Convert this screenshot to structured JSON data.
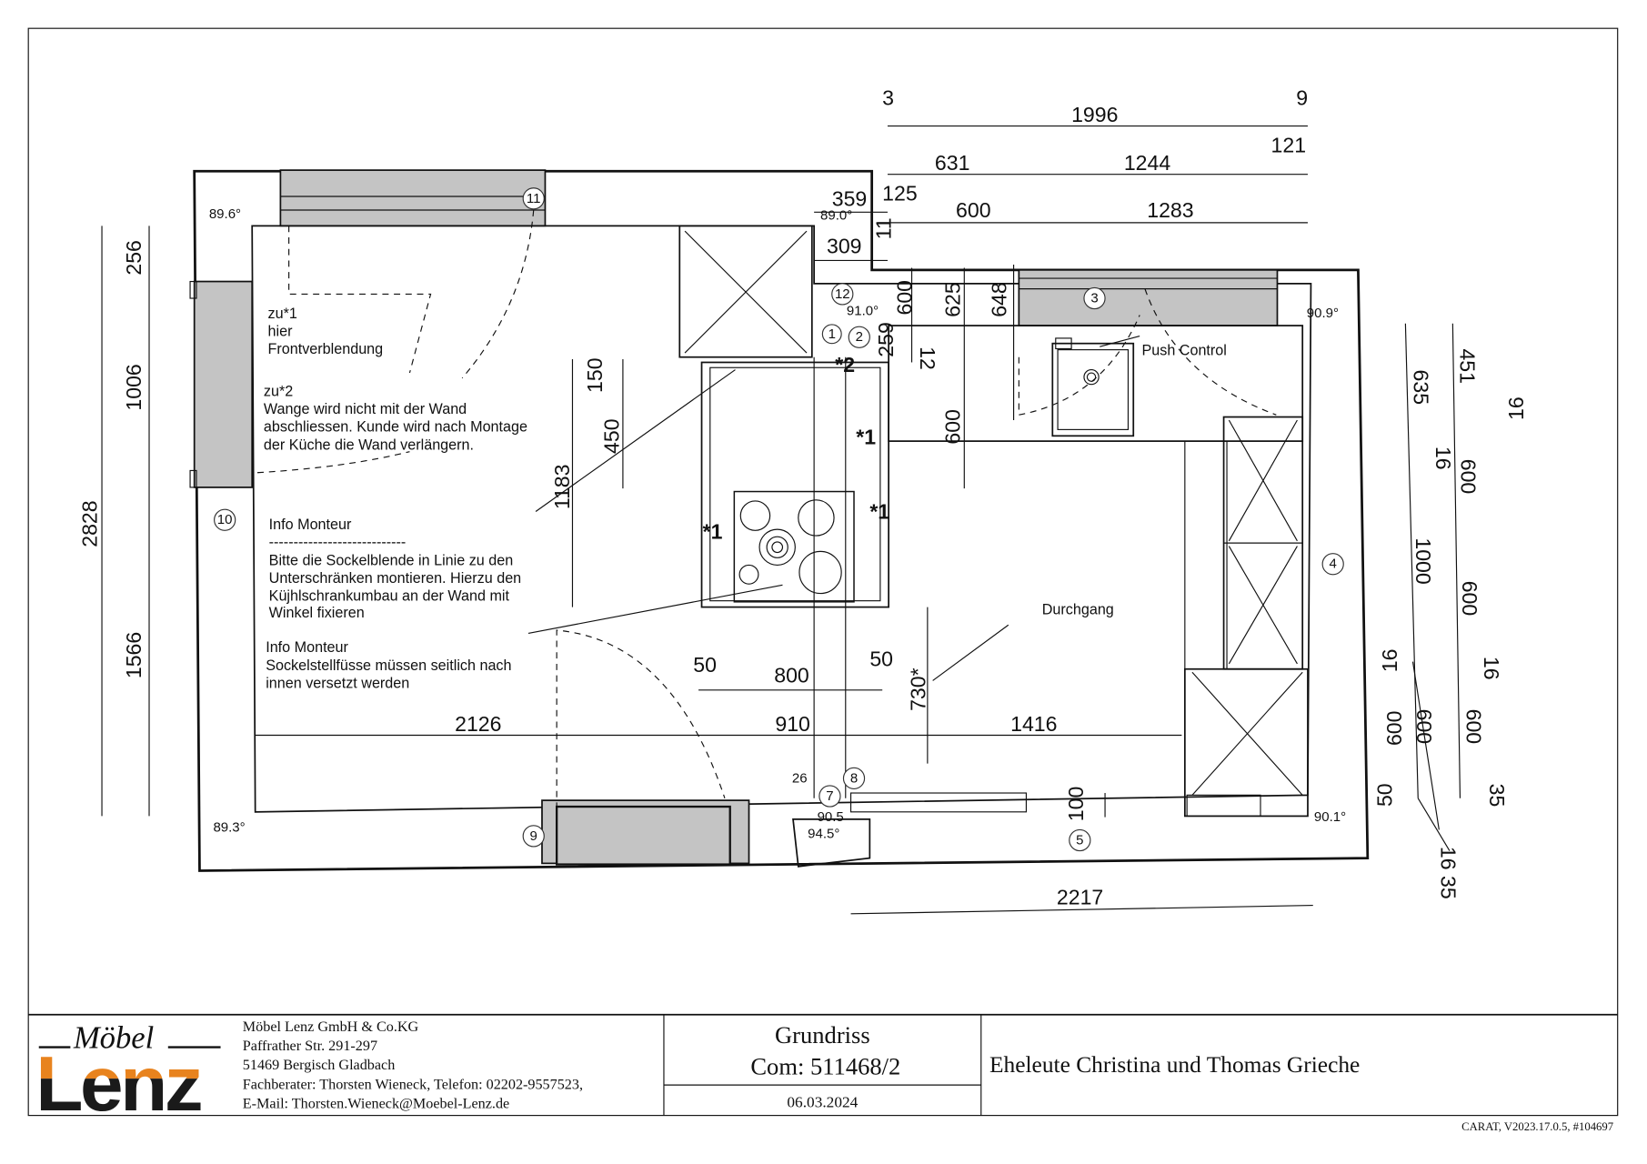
{
  "drawing": {
    "dims_top": {
      "d3": "3",
      "d1996": "1996",
      "d9": "9",
      "d631": "631",
      "d1244": "1244",
      "d121": "121",
      "d359": "359",
      "d125": "125",
      "d600": "600",
      "d1283": "1283",
      "d309": "309",
      "d11": "11",
      "d600b": "600",
      "d625": "625",
      "d648": "648",
      "d12": "12",
      "d259": "259",
      "d600c": "600"
    },
    "dims_left": {
      "d256": "256",
      "d1006": "1006",
      "d2828": "2828",
      "d1566": "1566",
      "d150": "150",
      "d450": "450",
      "d1183": "1183"
    },
    "dims_bottom": {
      "d50a": "50",
      "d800": "800",
      "d50b": "50",
      "d730": "730*",
      "d2126": "2126",
      "d910": "910",
      "d1416": "1416",
      "d100": "100",
      "d2217": "2217",
      "d26": "26",
      "d905": "90.5",
      "d945": "94.5°"
    },
    "dims_right": {
      "d635": "635",
      "d451": "451",
      "d16a": "16",
      "d16b": "16",
      "d600a": "600",
      "d1000": "1000",
      "d600b": "600",
      "d16c": "16",
      "d16d": "16",
      "d600c": "600",
      "d600d": "600",
      "d600e": "600",
      "d50": "50",
      "d35": "35",
      "d1635": "16 35"
    },
    "angles": {
      "a896": "89.6°",
      "a893": "89.3°",
      "a909": "90.9°",
      "a901": "90.1°",
      "a890": "89.0°",
      "a910": "91.0°"
    },
    "markers": {
      "m2": "*2",
      "m1a": "*1",
      "m1b": "*1",
      "m1c": "*1"
    },
    "positions": {
      "p1": "1",
      "p2": "2",
      "p3": "3",
      "p4": "4",
      "p5": "5",
      "p7": "7",
      "p8": "8",
      "p9": "9",
      "p10": "10",
      "p11": "11",
      "p12": "12"
    },
    "labels": {
      "push_control": "Push Control",
      "durchgang": "Durchgang"
    },
    "notes": {
      "zu1": [
        "zu*1",
        "hier",
        " Frontverblendung"
      ],
      "zu2": [
        "zu*2",
        "Wange wird nicht mit der Wand",
        "abschliessen. Kunde wird nach Montage",
        "der Küche die Wand verlängern."
      ],
      "info1": [
        "Info Monteur",
        "----------------------------",
        "Bitte die Sockelblende in Linie zu den",
        "Unterschränken montieren. Hierzu den",
        "Küjhlschrankumbau an der Wand mit",
        "Winkel fixieren"
      ],
      "info2": [
        "Info Monteur",
        "Sockelstellfüsse müssen seitlich nach",
        "innen versetzt werden"
      ]
    }
  },
  "title_block": {
    "logo_top": "Möbel",
    "logo_main": "Lenz",
    "company": [
      "Möbel Lenz GmbH & Co.KG",
      "Paffrather Str. 291-297",
      "51469 Bergisch Gladbach",
      "Fachberater: Thorsten Wieneck, Telefon: 02202-9557523,",
      "E-Mail: Thorsten.Wieneck@Moebel-Lenz.de"
    ],
    "title": "Grundriss",
    "commission": "Com: 511468/2",
    "date": "06.03.2024",
    "customer": "Eheleute Christina und Thomas Grieche",
    "software": "CARAT,  V2023.17.0.5,  #104697"
  },
  "colors": {
    "logo_orange": "#e8831e",
    "logo_black": "#1a1a1a",
    "wall_gray": "#c4c4c4"
  }
}
